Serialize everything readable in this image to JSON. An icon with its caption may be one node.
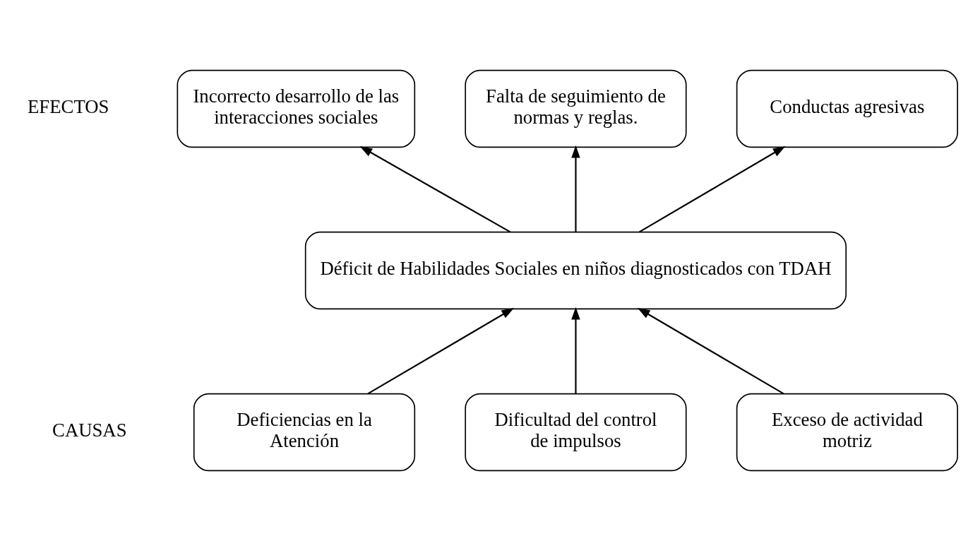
{
  "diagram": {
    "nodes": [
      {
        "text": [
          "Incorrecto desarrollo de las interacciones sociales"
        ]
      },
      {
        "text": [
          "Falta de seguimiento de normas y reglas."
        ]
      },
      {
        "text": [
          "Conductas agresivas"
        ]
      },
      {
        "text": [
          "Déficit de Habilidades Sociales en niños diagnosticados con TDAH"
        ]
      },
      {
        "text": [
          "Deficiencias en la Atención"
        ]
      },
      {
        "text": [
          "Dificultad del control de impulsos"
        ]
      },
      {
        "text": [
          "Exceso de actividad motriz"
        ]
      }
    ],
    "edges": [
      {
        "from": 3,
        "to": 0,
        "arrow": "to"
      },
      {
        "from": 3,
        "to": 1,
        "arrow": "to"
      },
      {
        "from": 3,
        "to": 2,
        "arrow": "to"
      },
      {
        "from": 4,
        "to": 3,
        "arrow": "to"
      },
      {
        "from": 5,
        "to": 3,
        "arrow": "to"
      },
      {
        "from": 6,
        "to": 3,
        "arrow": "to"
      }
    ],
    "labels": [
      "EFECTOS",
      "CAUSAS"
    ]
  }
}
